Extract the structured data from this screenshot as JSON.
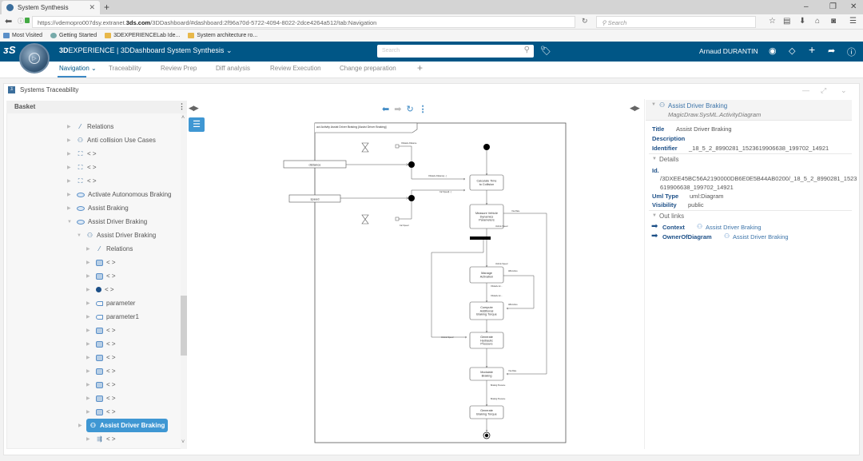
{
  "browser": {
    "tab_title": "System Synthesis",
    "url_prefix": "https://vdemopro007dsy.extranet.",
    "url_domain": "3ds.com",
    "url_suffix": "/3DDashboard/#dashboard:2f96a70d-5722-4094-8022-2dce4264a512/tab:Navigation",
    "search_placeholder": "Search",
    "bookmarks": [
      "Most Visited",
      "Getting Started",
      "3DEXPERIENCELab Ide...",
      "System architecture ro..."
    ]
  },
  "app": {
    "brand_bold": "3D",
    "brand_rest": "EXPERIENCE | 3DDashboard System Synthesis",
    "search_placeholder": "Search",
    "user_name": "Arnaud DURANTIN",
    "brand_color": "#005686"
  },
  "tabs": [
    "Navigation",
    "Traceability",
    "Review Prep",
    "Diff analysis",
    "Review Execution",
    "Change preparation"
  ],
  "widget": {
    "title": "Systems Traceability",
    "basket_label": "Basket"
  },
  "tree": [
    {
      "label": "Relations",
      "icon": "relation-icon"
    },
    {
      "label": "Anti collision Use Cases",
      "icon": "actor-icon"
    },
    {
      "label": "< >",
      "icon": "diagram-icon"
    },
    {
      "label": "< >",
      "icon": "diagram-icon"
    },
    {
      "label": "< >",
      "icon": "diagram-icon"
    },
    {
      "label": "Activate Autonomous Braking",
      "icon": "usecase-icon"
    },
    {
      "label": "Assist Braking",
      "icon": "usecase-icon"
    },
    {
      "label": "Assist Driver Braking",
      "icon": "usecase-icon"
    },
    {
      "label": "Assist Driver Braking",
      "icon": "activity-icon"
    },
    {
      "label": "Relations",
      "icon": "relation-icon"
    },
    {
      "label": "< >",
      "icon": "port-icon"
    },
    {
      "label": "< >",
      "icon": "port-icon"
    },
    {
      "label": "< >",
      "icon": "initial-node-icon"
    },
    {
      "label": "parameter",
      "icon": "parameter-icon"
    },
    {
      "label": "parameter1",
      "icon": "parameter-icon"
    },
    {
      "label": "< >",
      "icon": "action-icon"
    },
    {
      "label": "< >",
      "icon": "action-icon"
    },
    {
      "label": "< >",
      "icon": "action-icon"
    },
    {
      "label": "< >",
      "icon": "action-icon"
    },
    {
      "label": "< >",
      "icon": "action-icon"
    },
    {
      "label": "< >",
      "icon": "action-icon"
    },
    {
      "label": "< >",
      "icon": "action-icon"
    },
    {
      "label": "Assist Driver Braking",
      "icon": "activity-diagram-icon"
    },
    {
      "label": "< >",
      "icon": "fork-icon"
    }
  ],
  "diagram": {
    "frame_title": "act Activity Assist Driver Braking [Assist Driver Braking]",
    "inputs": [
      "distance",
      "speed"
    ],
    "actions": [
      "Calculate Time to Collision",
      "Measure Vehicle Dynamics Parameters",
      "Manage Activation",
      "Compute Additional Braking Torque",
      "Generate Hydraulic Pressure",
      "Modulate Braking",
      "Generate Braking Torque"
    ],
    "pin_labels": [
      "Obstacle Distance",
      "Obstacle Distance[...]",
      "Car Speed[...]",
      "Car Speed",
      "Yaw Rate",
      "Vehicle Speed",
      "Vehicle Speed",
      "ABA Active",
      "Obstacle Ac...",
      "Obstacle Ac...",
      "ABA Active",
      "Vehicle Speed",
      "Yaw Rate",
      "Braking Pressure",
      "Braking Pressure"
    ]
  },
  "details": {
    "name": "Assist Driver Braking",
    "type": "MagicDraw.SysML.ActivityDiagram",
    "title_key": "Title",
    "title_val": "Assist Driver Braking",
    "description_key": "Description",
    "identifier_key": "Identifier",
    "identifier_val": "_18_5_2_8990281_1523619906638_199702_14921",
    "details_section": "Details",
    "id_key": "Id.",
    "id_val_1": "/3DXEE45BC56A2190000DB6E0E5B44AB0200/_18_5_2_8990281_1523",
    "id_val_2": "619906638_199702_14921",
    "umltype_key": "Uml Type",
    "umltype_val": "uml:Diagram",
    "visibility_key": "Visibility",
    "visibility_val": "public",
    "outlinks_section": "Out links",
    "outlinks": [
      {
        "key": "Context",
        "val": "Assist Driver Braking"
      },
      {
        "key": "OwnerOfDiagram",
        "val": "Assist Driver Braking"
      }
    ]
  }
}
